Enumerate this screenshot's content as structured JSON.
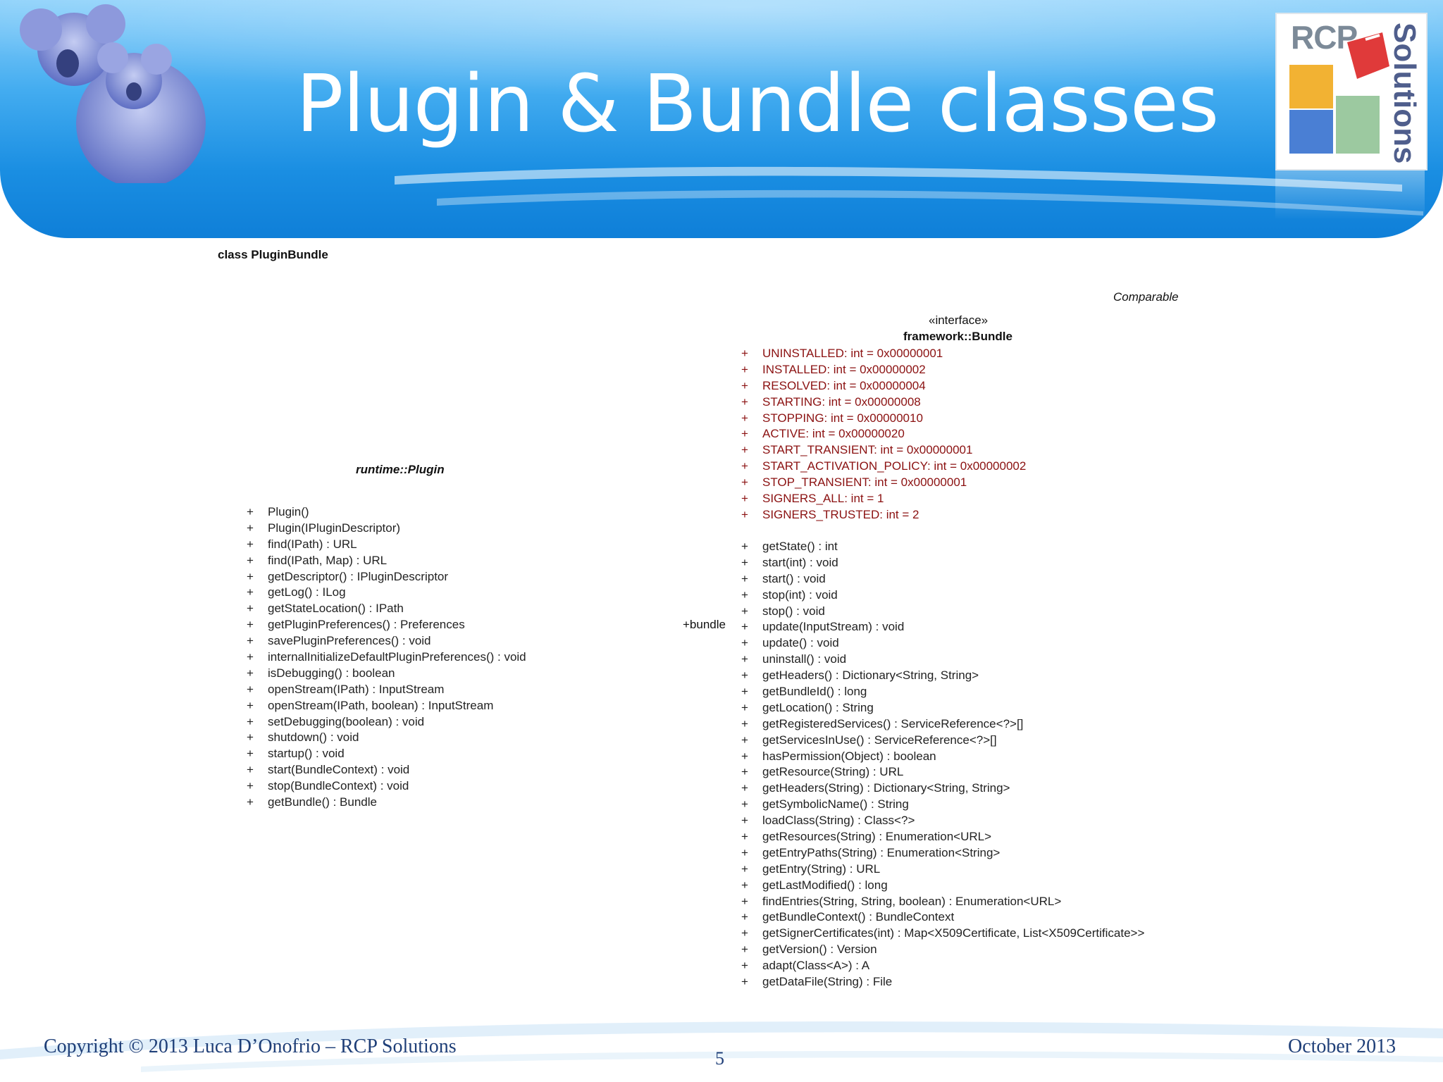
{
  "slide": {
    "title": "Plugin & Bundle classes",
    "logo_text_top": "RCP",
    "logo_text_side": "Solutions"
  },
  "diagram": {
    "frame_label": "class PluginBundle",
    "comparable_label": "Comparable",
    "association_label": "+bundle",
    "plugin_class": {
      "name": "runtime::Plugin",
      "operations": [
        {
          "vis": "+",
          "sig": "Plugin()"
        },
        {
          "vis": "+",
          "sig": "Plugin(IPluginDescriptor)"
        },
        {
          "vis": "+",
          "sig": "find(IPath) : URL"
        },
        {
          "vis": "+",
          "sig": "find(IPath, Map) : URL"
        },
        {
          "vis": "+",
          "sig": "getDescriptor() : IPluginDescriptor"
        },
        {
          "vis": "+",
          "sig": "getLog() : ILog"
        },
        {
          "vis": "+",
          "sig": "getStateLocation() : IPath"
        },
        {
          "vis": "+",
          "sig": "getPluginPreferences() : Preferences"
        },
        {
          "vis": "+",
          "sig": "savePluginPreferences() : void"
        },
        {
          "vis": "+",
          "sig": "internalInitializeDefaultPluginPreferences() : void"
        },
        {
          "vis": "+",
          "sig": "isDebugging() : boolean"
        },
        {
          "vis": "+",
          "sig": "openStream(IPath) : InputStream"
        },
        {
          "vis": "+",
          "sig": "openStream(IPath, boolean) : InputStream"
        },
        {
          "vis": "+",
          "sig": "setDebugging(boolean) : void"
        },
        {
          "vis": "+",
          "sig": "shutdown() : void"
        },
        {
          "vis": "+",
          "sig": "startup() : void"
        },
        {
          "vis": "+",
          "sig": "start(BundleContext) : void"
        },
        {
          "vis": "+",
          "sig": "stop(BundleContext) : void"
        },
        {
          "vis": "+",
          "sig": "getBundle() : Bundle"
        }
      ]
    },
    "bundle_interface": {
      "stereotype": "«interface»",
      "name": "framework::Bundle",
      "attributes": [
        {
          "vis": "+",
          "sig": "UNINSTALLED:  int = 0x00000001"
        },
        {
          "vis": "+",
          "sig": "INSTALLED:  int = 0x00000002"
        },
        {
          "vis": "+",
          "sig": "RESOLVED:  int = 0x00000004"
        },
        {
          "vis": "+",
          "sig": "STARTING:  int = 0x00000008"
        },
        {
          "vis": "+",
          "sig": "STOPPING:  int = 0x00000010"
        },
        {
          "vis": "+",
          "sig": "ACTIVE:  int = 0x00000020"
        },
        {
          "vis": "+",
          "sig": "START_TRANSIENT:  int = 0x00000001"
        },
        {
          "vis": "+",
          "sig": "START_ACTIVATION_POLICY:  int = 0x00000002"
        },
        {
          "vis": "+",
          "sig": "STOP_TRANSIENT:  int = 0x00000001"
        },
        {
          "vis": "+",
          "sig": "SIGNERS_ALL:  int = 1"
        },
        {
          "vis": "+",
          "sig": "SIGNERS_TRUSTED:  int = 2"
        }
      ],
      "operations": [
        {
          "vis": "+",
          "sig": "getState() : int"
        },
        {
          "vis": "+",
          "sig": "start(int) : void"
        },
        {
          "vis": "+",
          "sig": "start() : void"
        },
        {
          "vis": "+",
          "sig": "stop(int) : void"
        },
        {
          "vis": "+",
          "sig": "stop() : void"
        },
        {
          "vis": "+",
          "sig": "update(InputStream) : void"
        },
        {
          "vis": "+",
          "sig": "update() : void"
        },
        {
          "vis": "+",
          "sig": "uninstall() : void"
        },
        {
          "vis": "+",
          "sig": "getHeaders() : Dictionary<String, String>"
        },
        {
          "vis": "+",
          "sig": "getBundleId() : long"
        },
        {
          "vis": "+",
          "sig": "getLocation() : String"
        },
        {
          "vis": "+",
          "sig": "getRegisteredServices() : ServiceReference<?>[]"
        },
        {
          "vis": "+",
          "sig": "getServicesInUse() : ServiceReference<?>[]"
        },
        {
          "vis": "+",
          "sig": "hasPermission(Object) : boolean"
        },
        {
          "vis": "+",
          "sig": "getResource(String) : URL"
        },
        {
          "vis": "+",
          "sig": "getHeaders(String) : Dictionary<String, String>"
        },
        {
          "vis": "+",
          "sig": "getSymbolicName() : String"
        },
        {
          "vis": "+",
          "sig": "loadClass(String) : Class<?>"
        },
        {
          "vis": "+",
          "sig": "getResources(String) : Enumeration<URL>"
        },
        {
          "vis": "+",
          "sig": "getEntryPaths(String) : Enumeration<String>"
        },
        {
          "vis": "+",
          "sig": "getEntry(String) : URL"
        },
        {
          "vis": "+",
          "sig": "getLastModified() : long"
        },
        {
          "vis": "+",
          "sig": "findEntries(String, String, boolean) : Enumeration<URL>"
        },
        {
          "vis": "+",
          "sig": "getBundleContext() : BundleContext"
        },
        {
          "vis": "+",
          "sig": "getSignerCertificates(int) : Map<X509Certificate, List<X509Certificate>>"
        },
        {
          "vis": "+",
          "sig": "getVersion() : Version"
        },
        {
          "vis": "+",
          "sig": "adapt(Class<A>) : A"
        },
        {
          "vis": "+",
          "sig": "getDataFile(String) : File"
        }
      ]
    }
  },
  "footer": {
    "copyright": "Copyright © 2013 Luca D’Onofrio – RCP Solutions",
    "page_number": "5",
    "date": "October 2013"
  },
  "colors": {
    "banner_top": "#8fd2fb",
    "banner_bottom": "#0f7fd8",
    "attribute_text": "#8b1111",
    "footer_text": "#1f3f78"
  }
}
